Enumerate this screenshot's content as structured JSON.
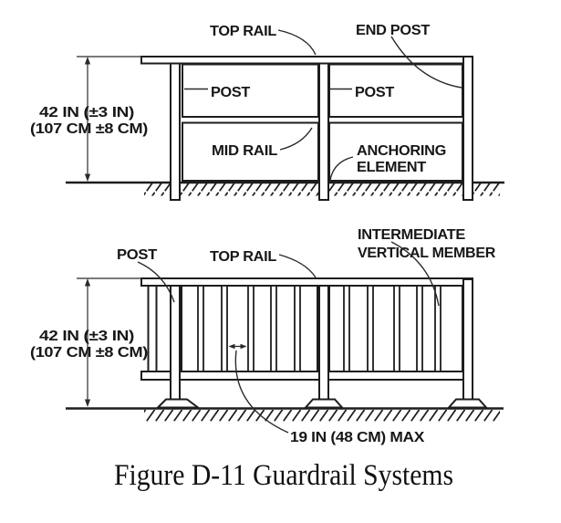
{
  "colors": {
    "ink": "#1d1d1d",
    "background": "#ffffff"
  },
  "caption": "Figure D-11 Guardrail Systems",
  "top_diagram": {
    "height_dimension": {
      "line1": "42 IN (±3 IN)",
      "line2": "(107 CM ±8 CM)"
    },
    "labels": {
      "top_rail": "TOP RAIL",
      "end_post": "END POST",
      "left_post": "POST",
      "right_post": "POST",
      "mid_rail": "MID RAIL",
      "anchoring_line1": "ANCHORING",
      "anchoring_line2": "ELEMENT"
    }
  },
  "bottom_diagram": {
    "height_dimension": {
      "line1": "42 IN (±3 IN)",
      "line2": "(107 CM ±8 CM)"
    },
    "spacing_dimension": "19 IN (48 CM) MAX",
    "labels": {
      "post": "POST",
      "top_rail": "TOP RAIL",
      "intermediate_line1": "INTERMEDIATE",
      "intermediate_line2": "VERTICAL MEMBER"
    }
  }
}
